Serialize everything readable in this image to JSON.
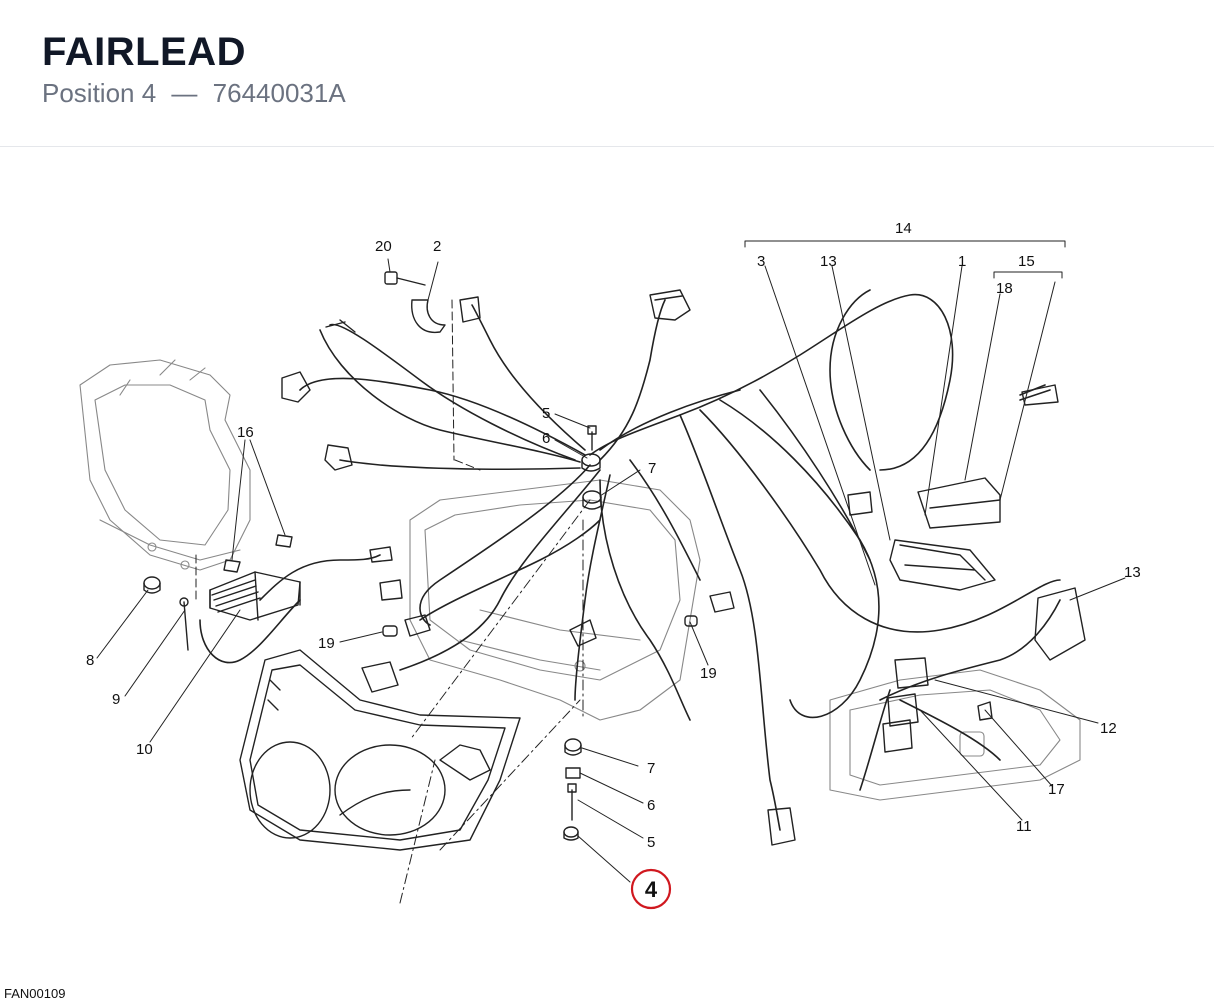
{
  "header": {
    "title": "FAIRLEAD",
    "position_label": "Position 4",
    "separator": "—",
    "part_number": "76440031A"
  },
  "diagram": {
    "callouts": [
      "1",
      "2",
      "3",
      "4",
      "5",
      "6",
      "7",
      "8",
      "9",
      "10",
      "11",
      "12",
      "13",
      "14",
      "15",
      "16",
      "17",
      "18",
      "19",
      "20"
    ],
    "highlighted_callout": "4",
    "highlight_color": "#d0181f"
  },
  "footer": {
    "code": "FAN00109"
  }
}
